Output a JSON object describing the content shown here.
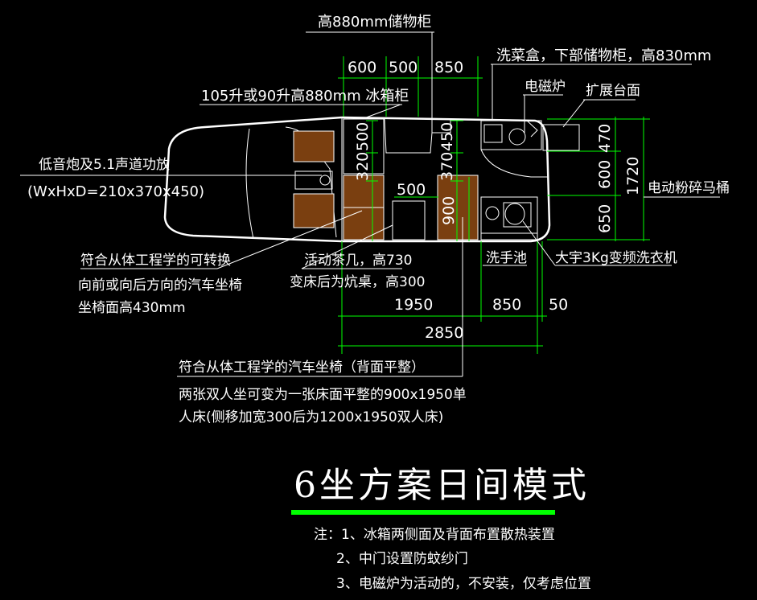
{
  "labels": {
    "cabinet_top": "高880mm储物柜",
    "sink_box": "洗菜盒，下部储物柜，高830mm",
    "induction": "电磁炉",
    "ext_counter": "扩展台面",
    "fridge": "105升或90升高880mm 冰箱柜",
    "subwoofer_1": "低音炮及5.1声道功放",
    "subwoofer_2": "(WxHxD=210x370x450)",
    "toilet": "电动粉碎马桶",
    "basin": "洗手池",
    "washer": "大宇3Kg变频洗衣机",
    "seat_rot_1": "符合从体工程学的可转换",
    "seat_rot_2": "向前或向后方向的汽车坐椅",
    "seat_rot_3": "坐椅面高430mm",
    "table_1": "活动茶几，高730",
    "table_2": "变床后为炕桌，高300",
    "seat_flat": "符合从体工程学的汽车坐椅（背面平整）",
    "bed_1": "两张双人坐可变为一张床面平整的900x1950单",
    "bed_2": "人床(侧移加宽300后为1200x1950双人床)"
  },
  "dims": {
    "d600": "600",
    "d500a": "500",
    "d850a": "850",
    "d500b": "500",
    "d320": "320",
    "d370": "370",
    "d450": "450",
    "d500c": "500",
    "d900": "900",
    "d470": "470",
    "d600b": "600",
    "d650": "650",
    "d1720": "1720",
    "d1950": "1950",
    "d850b": "850",
    "d50": "50",
    "d2850": "2850"
  },
  "title": "6坐方案日间模式",
  "notes": [
    "注：1、冰箱两侧面及背面布置散热装置",
    "2、中门设置防蚊纱门",
    "3、电磁炉为活动的，不安装，仅考虑位置"
  ],
  "colors": {
    "background": "#000000",
    "line": "#ffffff",
    "dimension": "#00ff00",
    "seat": "#7a3f10",
    "title_bar": "#00ff00"
  }
}
